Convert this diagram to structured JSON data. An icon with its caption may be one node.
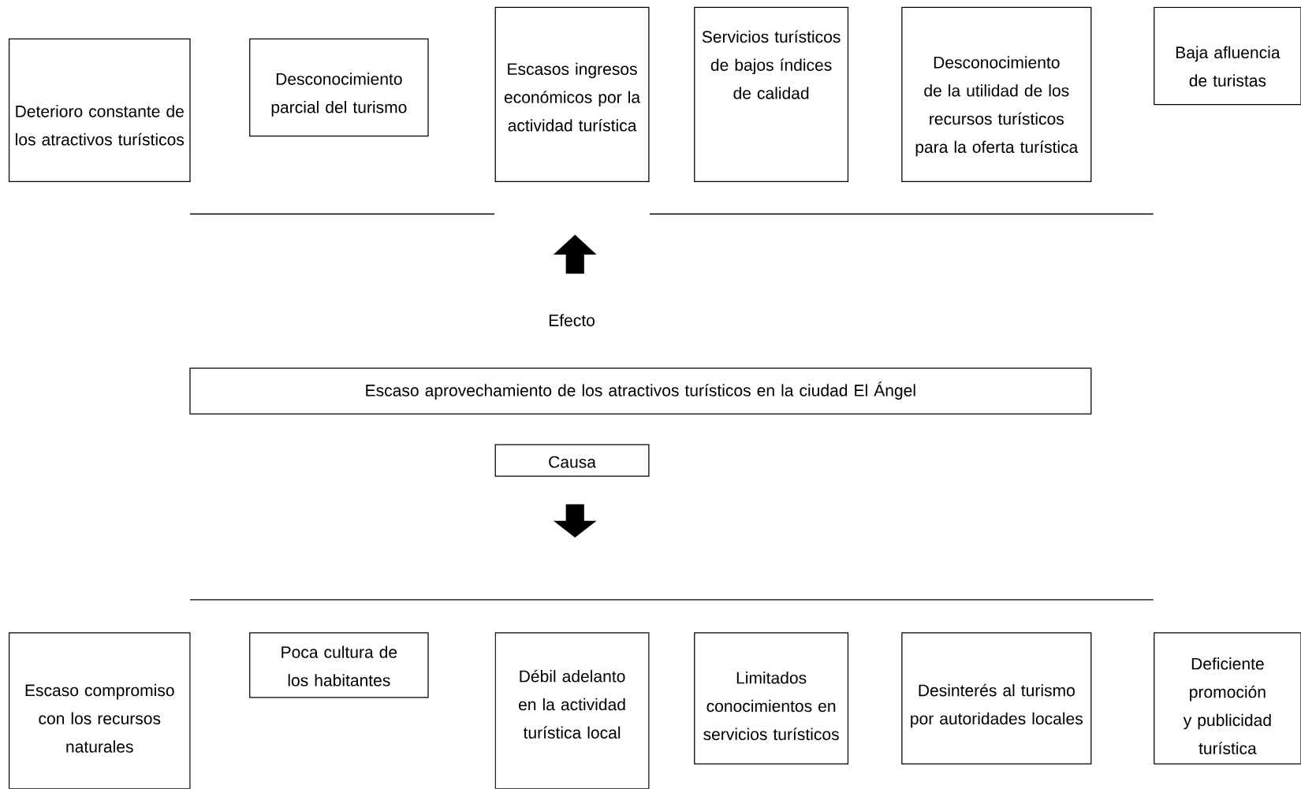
{
  "diagram": {
    "nodes": [
      {
        "text": [
          "Deterioro constante de los atractivos turísticos"
        ]
      },
      {
        "text": [
          "Desconocimiento parcial del turismo"
        ]
      },
      {
        "text": [
          "Escasos ingresos económicos por la actividad turística"
        ]
      },
      {
        "text": [
          "Servicios turísticos de bajos índices de calidad"
        ]
      },
      {
        "text": [
          "Desconocimiento de la utilidad de los recursos turísticos para la oferta turística"
        ]
      },
      {
        "text": [
          "Baja afluencia de turistas"
        ]
      },
      {
        "text": [
          "Escaso aprovechamiento de los atractivos turísticos en la ciudad El Ángel"
        ]
      },
      {
        "text": [
          "Causa"
        ]
      },
      {
        "text": [
          "Escaso compromiso con los recursos naturales"
        ]
      },
      {
        "text": [
          "Poca cultura de los habitantes"
        ]
      },
      {
        "text": [
          "Débil adelanto en la actividad turística local"
        ]
      },
      {
        "text": [
          "Limitados conocimientos en servicios turísticos"
        ]
      },
      {
        "text": [
          "Desinterés al turismo por autoridades locales"
        ]
      },
      {
        "text": [
          "Deficiente promoción y publicidad turística"
        ]
      }
    ],
    "labels": [
      "Efecto"
    ]
  }
}
